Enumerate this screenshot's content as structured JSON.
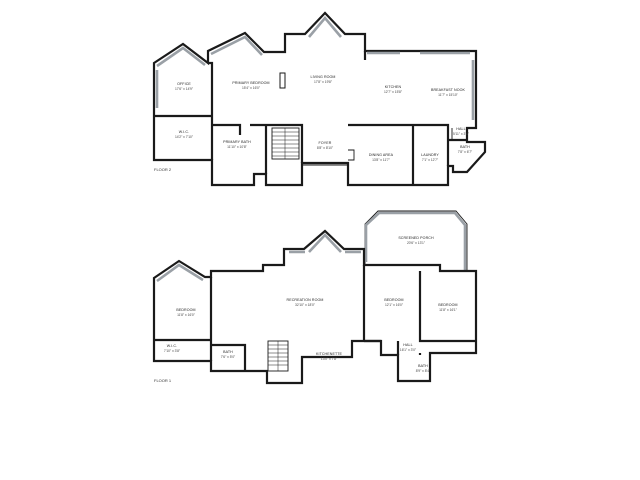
{
  "floors": [
    {
      "label": "FLOOR 2",
      "rooms": [
        {
          "key": "office",
          "name": "OFFICE",
          "dims": "17'6\" x 14'9\""
        },
        {
          "key": "primary_bedroom",
          "name": "PRIMARY BEDROOM",
          "dims": "15'4\" x 16'0\""
        },
        {
          "key": "living_room",
          "name": "LIVING ROOM",
          "dims": "17'8\" x 19'8\""
        },
        {
          "key": "kitchen",
          "name": "KITCHEN",
          "dims": "12'7\" x 15'8\""
        },
        {
          "key": "breakfast_nook",
          "name": "BREAKFAST NOOK",
          "dims": "11'7\" x 15'10\""
        },
        {
          "key": "wic",
          "name": "W.I.C.",
          "dims": "14'2\" x 7'10\""
        },
        {
          "key": "primary_bath",
          "name": "PRIMARY BATH",
          "dims": "11'10\" x 10'8\""
        },
        {
          "key": "foyer",
          "name": "FOYER",
          "dims": "8'8\" x 8'10\""
        },
        {
          "key": "dining_area",
          "name": "DINING AREA",
          "dims": "13'8\" x 11'7\""
        },
        {
          "key": "laundry",
          "name": "LAUNDRY",
          "dims": "7'1\" x 12'7\""
        },
        {
          "key": "hall",
          "name": "HALL",
          "dims": "5'11\" x 3'4\""
        },
        {
          "key": "bath",
          "name": "BATH",
          "dims": "7'8\" x 6'7\""
        }
      ]
    },
    {
      "label": "FLOOR 1",
      "rooms": [
        {
          "key": "screened_porch",
          "name": "SCREENED PORCH",
          "dims": "20'6\" x 13'1\""
        },
        {
          "key": "bedroom_left",
          "name": "BEDROOM",
          "dims": "11'8\" x 16'0\""
        },
        {
          "key": "recreation_room",
          "name": "RECREATION ROOM",
          "dims": "32'10\" x 18'0\""
        },
        {
          "key": "bedroom_mid",
          "name": "BEDROOM",
          "dims": "12'1\" x 16'0\""
        },
        {
          "key": "bedroom_right",
          "name": "BEDROOM",
          "dims": "11'8\" x 16'1\""
        },
        {
          "key": "wic",
          "name": "W.I.C.",
          "dims": "7'10\" x 3'8\""
        },
        {
          "key": "bath_small",
          "name": "BATH",
          "dims": "7'6\" x 5'0\""
        },
        {
          "key": "kitchenette",
          "name": "KITCHENETTE",
          "dims": "13'0\" x 7'8\""
        },
        {
          "key": "hall",
          "name": "HALL",
          "dims": "16'1\" x 3'0\""
        },
        {
          "key": "bath",
          "name": "BATH",
          "dims": "8'9\" x 8'4\""
        }
      ]
    }
  ]
}
